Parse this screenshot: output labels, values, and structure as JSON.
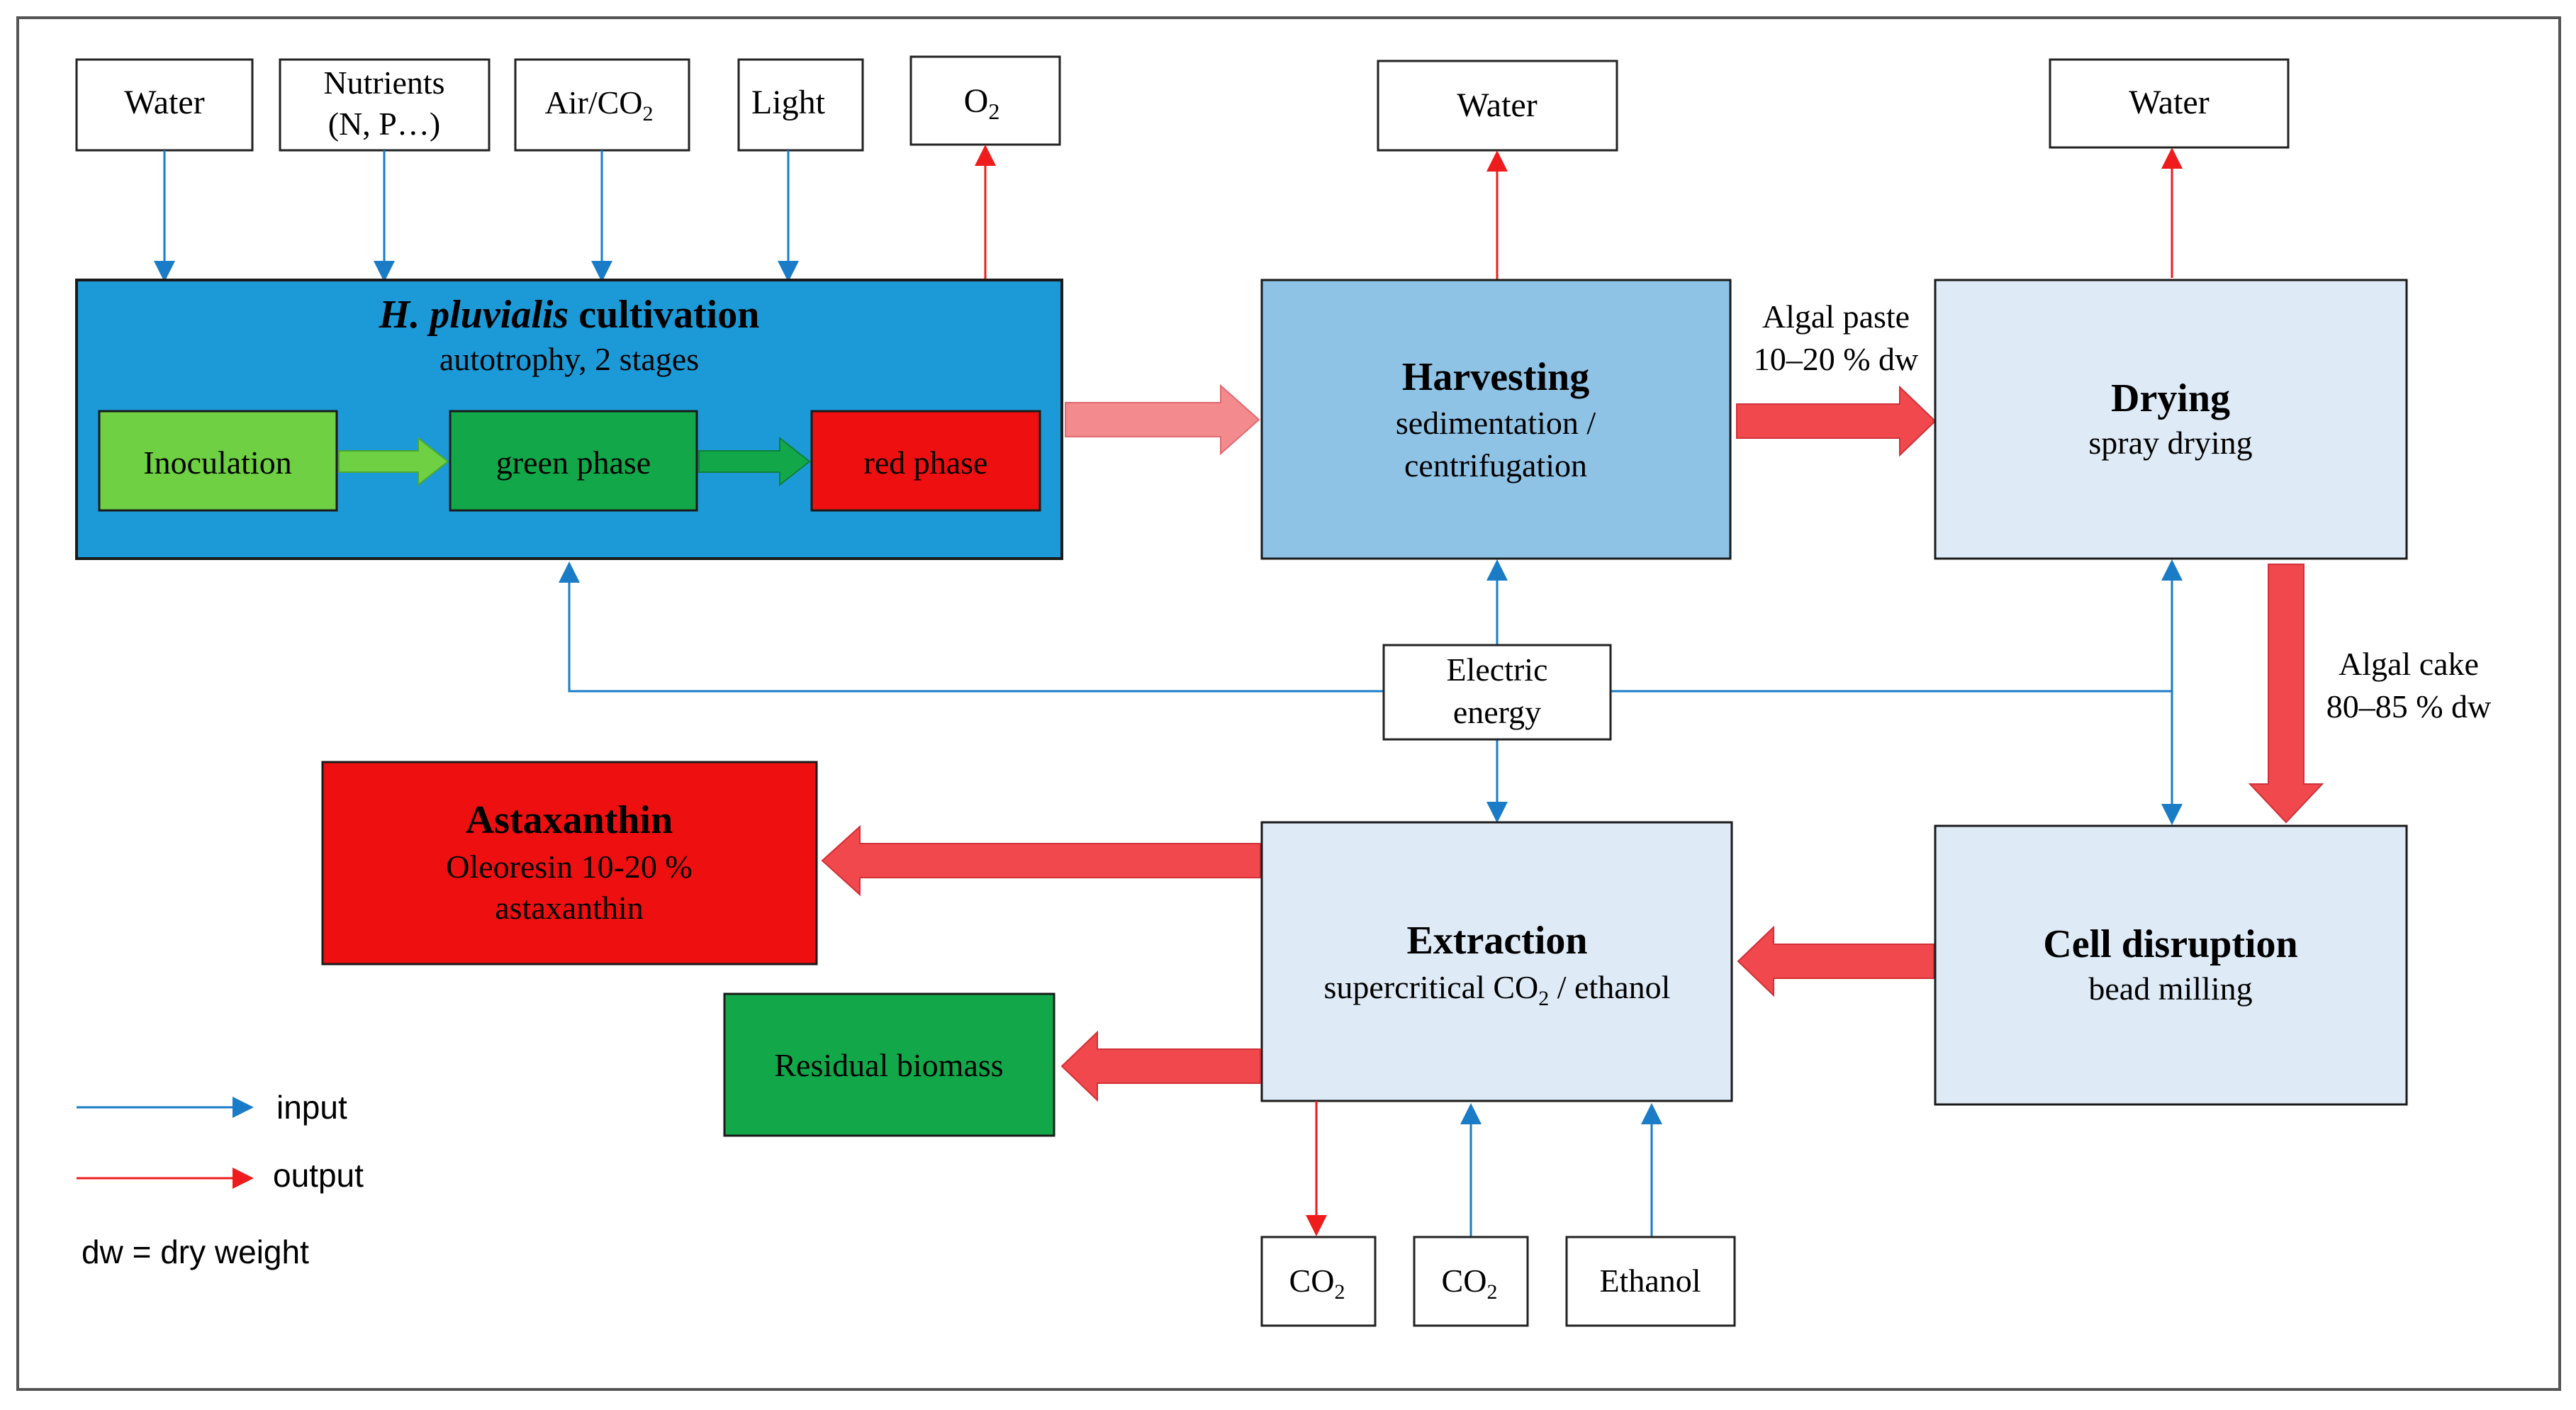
{
  "inputs_top": {
    "water": "Water",
    "nutrients_line1": "Nutrients",
    "nutrients_line2": "(N, P…)",
    "air": "Air/CO",
    "air_sub": "2",
    "light": "Light",
    "o2": "O",
    "o2_sub": "2",
    "water_harvest": "Water",
    "water_drying": "Water"
  },
  "cultivation": {
    "title_italic": "H. pluvialis",
    "title_rest": " cultivation",
    "subtitle": "autotrophy, 2 stages",
    "inoculation": "Inoculation",
    "green_phase": "green phase",
    "red_phase": "red phase"
  },
  "harvesting": {
    "title": "Harvesting",
    "line1": "sedimentation /",
    "line2": "centrifugation"
  },
  "algal_paste": {
    "line1": "Algal paste",
    "line2": "10–20 % dw"
  },
  "drying": {
    "title": "Drying",
    "subtitle": "spray drying"
  },
  "algal_cake": {
    "line1": "Algal cake",
    "line2": "80–85 % dw"
  },
  "electric": {
    "line1": "Electric",
    "line2": "energy"
  },
  "astaxanthin": {
    "title": "Astaxanthin",
    "line1": "Oleoresin 10-20 %",
    "line2": "astaxanthin"
  },
  "extraction": {
    "title": "Extraction",
    "line_a": "supercritical CO",
    "line_sub": "2",
    "line_b": " / ethanol"
  },
  "cell_disruption": {
    "title": "Cell disruption",
    "subtitle": "bead milling"
  },
  "residual": "Residual biomass",
  "bottom": {
    "co2_out": "CO",
    "co2_out_sub": "2",
    "co2_in": "CO",
    "co2_in_sub": "2",
    "ethanol": "Ethanol"
  },
  "legend": {
    "input": "input",
    "output": "output",
    "dw": "dw = dry weight"
  },
  "colors": {
    "input_arrow": "#1a7cc6",
    "output_arrow": "#ee1c1c",
    "flow_arrow": "#f0484c",
    "flow_arrow_light": "#f38a8e",
    "cultivation_bg": "#1c9ad8",
    "inoculation_bg": "#6ed042",
    "green_phase_bg": "#12a84a",
    "red_phase_bg": "#ee1010",
    "harvesting_bg": "#8fc3e6",
    "light_box_bg": "#deebf7",
    "astaxanthin_bg": "#ee1010",
    "residual_bg": "#12a84a"
  }
}
